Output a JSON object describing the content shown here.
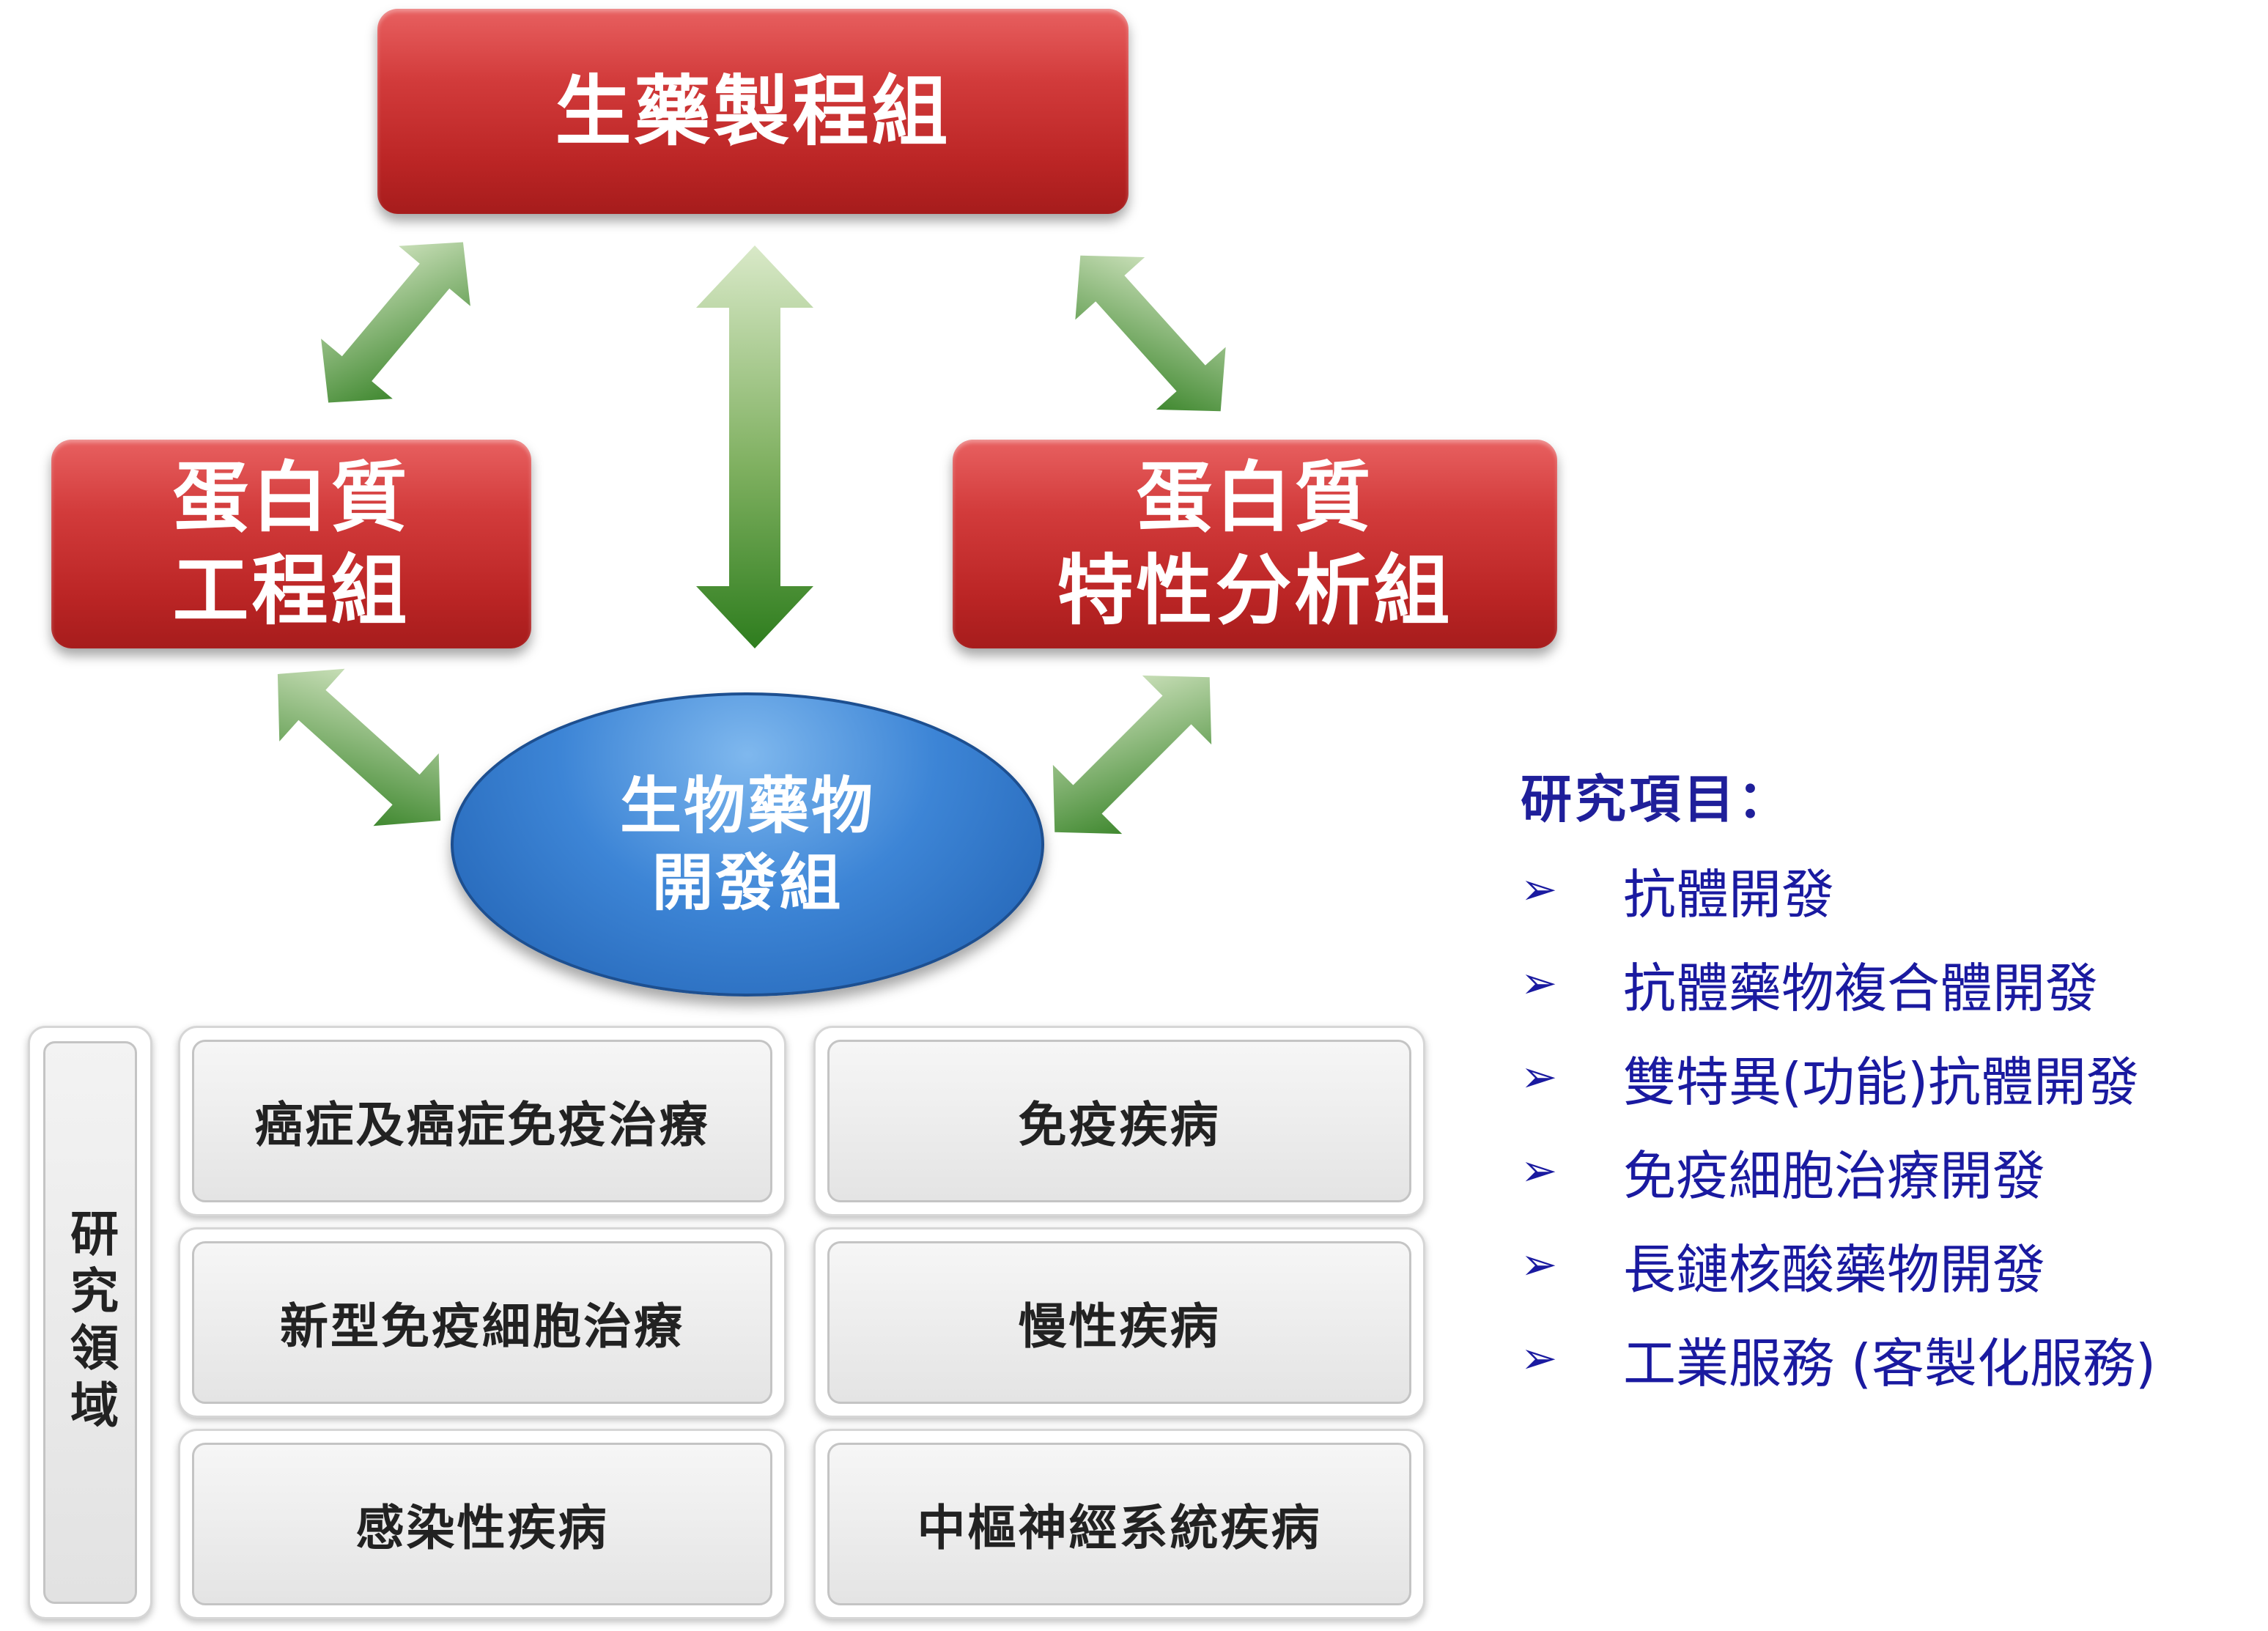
{
  "groups": {
    "top": {
      "lines": [
        "生藥製程組"
      ]
    },
    "left": {
      "lines": [
        "蛋白質",
        "工程組"
      ]
    },
    "right": {
      "lines": [
        "蛋白質",
        "特性分析組"
      ]
    },
    "center": {
      "lines": [
        "生物藥物",
        "開發組"
      ]
    }
  },
  "colors": {
    "group_box": "#c92f2f",
    "center_ellipse": "#3d85d6",
    "arrow_dark": "#2e7d1e",
    "arrow_light": "#cfe3b8",
    "items_text": "#1a1aa0"
  },
  "research_areas": {
    "label": "研究領域",
    "cells": [
      "癌症及癌症免疫治療",
      "免疫疾病",
      "新型免疫細胞治療",
      "慢性疾病",
      "感染性疾病",
      "中樞神經系統疾病"
    ]
  },
  "research_items": {
    "title": "研究項目：",
    "bullet": "➢",
    "items": [
      "抗體開發",
      "抗體藥物複合體開發",
      "雙特異(功能)抗體開發",
      "免疫細胞治療開發",
      "長鏈核酸藥物開發",
      "工業服務 (客製化服務)"
    ]
  }
}
